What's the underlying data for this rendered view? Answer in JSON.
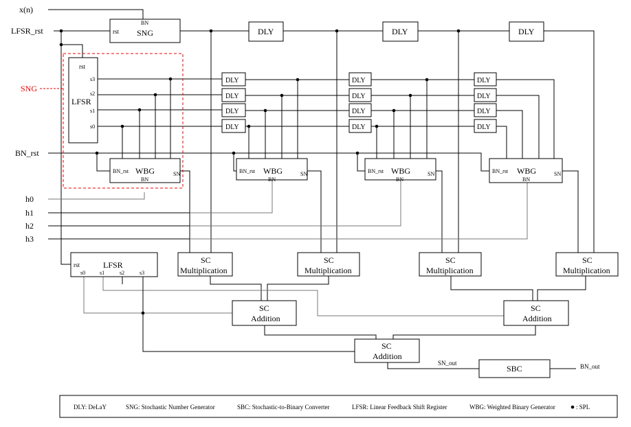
{
  "inputs": {
    "xn": "x(n)",
    "lfsr_rst": "LFSR_rst",
    "bn_rst": "BN_rst",
    "h0": "h0",
    "h1": "h1",
    "h2": "h2",
    "h3": "h3"
  },
  "sng_callout": "SNG",
  "sng_block": {
    "title": "SNG",
    "rst": "rst",
    "bn": "BN"
  },
  "dly": "DLY",
  "lfsr_top": {
    "title": "LFSR",
    "rst": "rst",
    "s0": "s0",
    "s1": "s1",
    "s2": "s2",
    "s3": "s3"
  },
  "wbg": {
    "title": "WBG",
    "bn_rst": "BN_rst",
    "sn": "SN",
    "bn": "BN"
  },
  "sc_mult": {
    "line1": "SC",
    "line2": "Multiplication"
  },
  "sc_add": {
    "line1": "SC",
    "line2": "Addition"
  },
  "lfsr_bottom": {
    "title": "LFSR",
    "rst": "rst",
    "s0": "s0",
    "s1": "s1",
    "s2": "s2",
    "s3": "s3"
  },
  "sbc": "SBC",
  "sn_out": "SN_out",
  "bn_out": "BN_out",
  "legend": {
    "dly": "DLY: DeLaY",
    "sng": "SNG: Stochastic Number Generator",
    "sbc": "SBC: Stochastic-to-Binary Converter",
    "lfsr": "LFSR: Linear Feedback Shift Register",
    "wbg": "WBG: Weighted Binary Generator",
    "spl": ": SPL"
  }
}
